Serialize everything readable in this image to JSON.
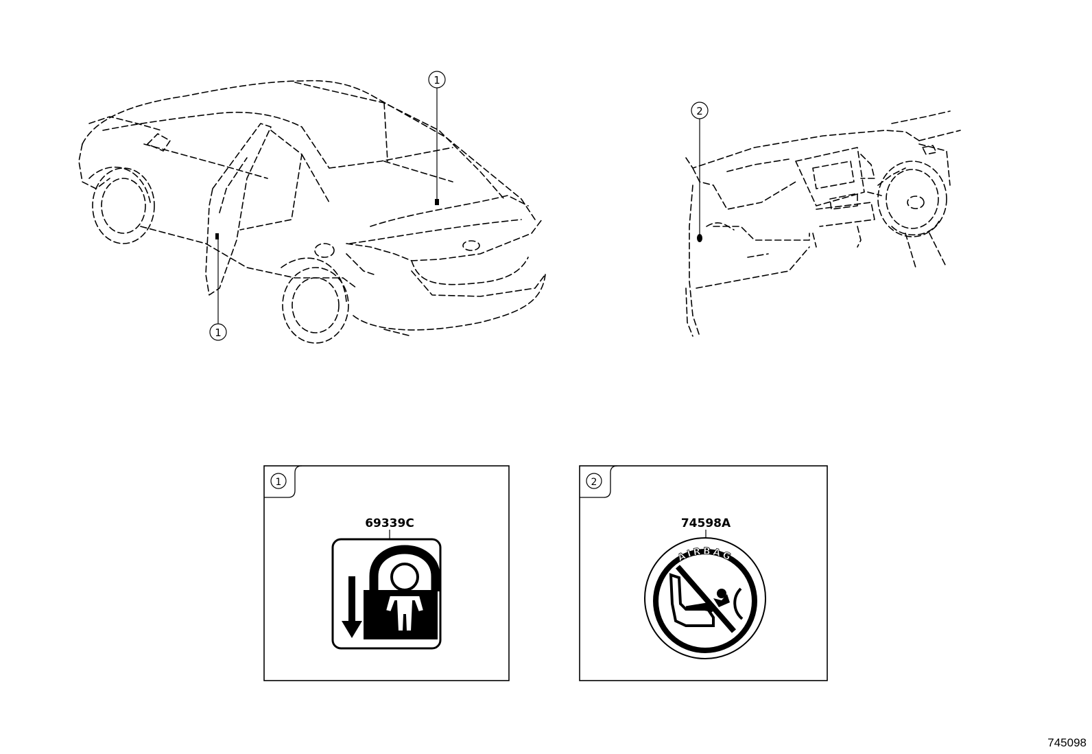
{
  "callouts": {
    "rear_label": "1",
    "door_label": "1",
    "dash_label": "2"
  },
  "panels": [
    {
      "callout": "1",
      "part_number": "69339C",
      "icon": "child-lock-icon"
    },
    {
      "callout": "2",
      "part_number": "74598A",
      "icon": "airbag-warning-icon",
      "ring_text": "AIRBAG"
    }
  ],
  "figure_number": "745098"
}
